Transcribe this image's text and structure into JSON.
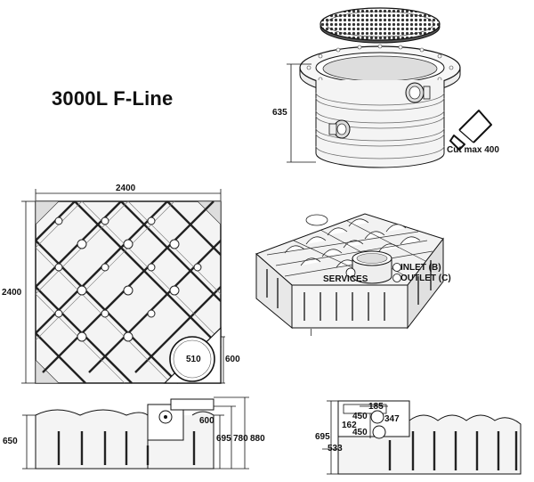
{
  "title": "3000L F-Line",
  "chamber": {
    "height_label": "635",
    "cut_label": "Cut max 400"
  },
  "plan_view": {
    "width_label": "2400",
    "depth_label": "2400",
    "opening_diameter_label": "510",
    "opening_offset_label": "600"
  },
  "iso_view": {
    "services_label": "SERVICES",
    "inlet_label": "INLET (B)",
    "outlet_label": "OUTLET (C)"
  },
  "side_view_left": {
    "tank_height_label": "650",
    "neck_height_label": "600",
    "dim_label_695": "695",
    "dim_label_780": "780",
    "dim_label_880": "880"
  },
  "side_view_right": {
    "dim_185": "185",
    "dim_450_top": "450",
    "dim_347": "347",
    "dim_162": "162",
    "dim_450_bottom": "450",
    "dim_695": "695",
    "dim_533": "533"
  }
}
